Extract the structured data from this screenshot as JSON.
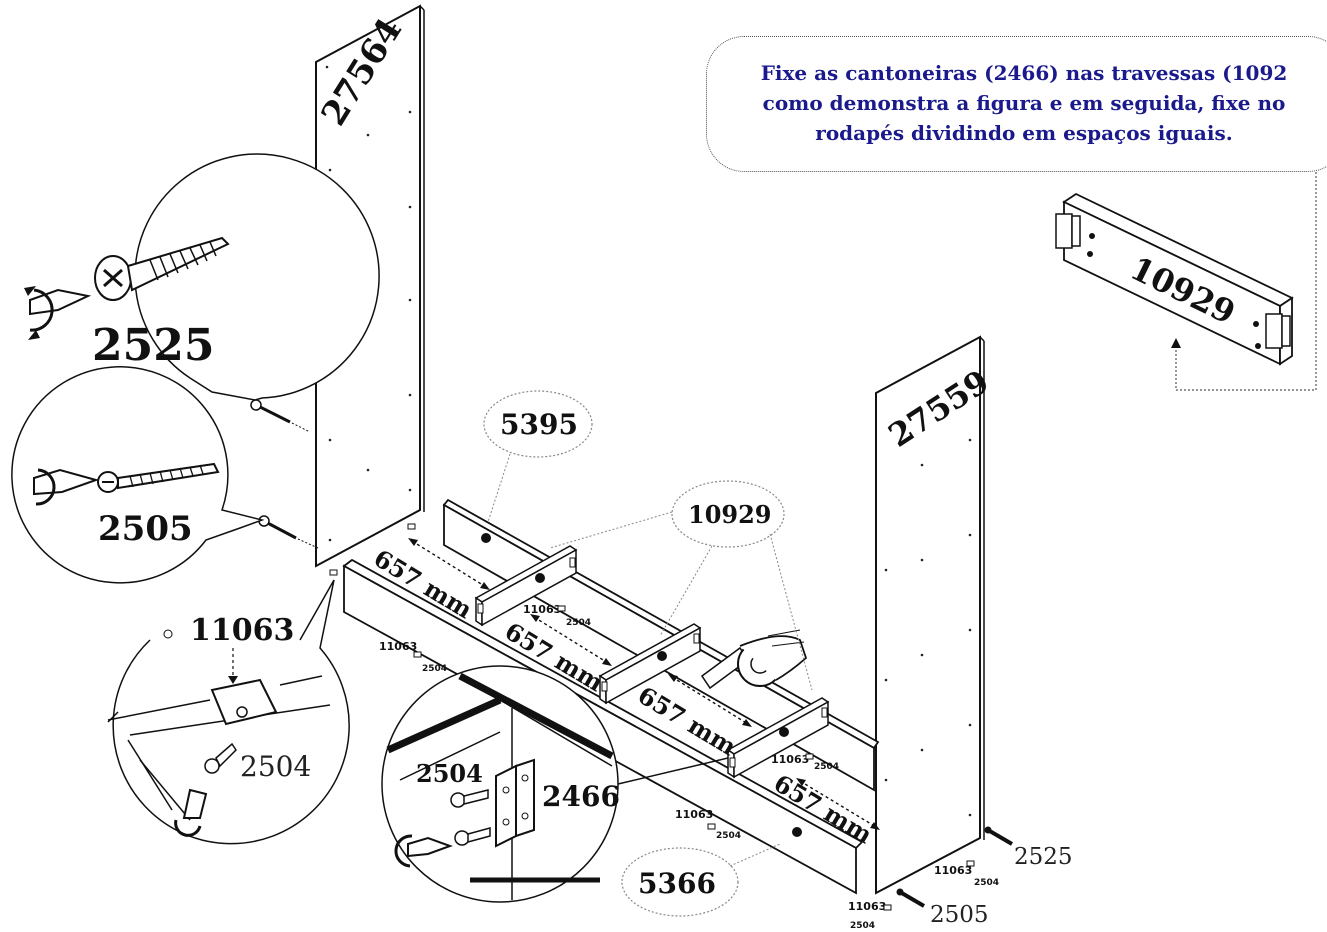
{
  "instruction": {
    "line1": "Fixe as cantoneiras (2466) nas travessas (1092",
    "line2": "como demonstra a figura e em seguida, fixe no",
    "line3": "rodapés dividindo em espaços iguais."
  },
  "parts": {
    "left_panel": "27564",
    "right_panel": "27559",
    "travessa": "10929",
    "rodape_back": "5395",
    "rodape_front": "5366",
    "screw_big": "2525",
    "screw_small": "2505",
    "cap": "11063",
    "small_screw": "2504",
    "bracket": "2466"
  },
  "dimensions": {
    "spacing_1": "657 mm",
    "spacing_2": "657 mm",
    "spacing_3": "657 mm",
    "spacing_4": "657 mm"
  },
  "icons": [
    "screwdriver-icon",
    "rotate-arrows-icon",
    "tape-measure-icon"
  ]
}
